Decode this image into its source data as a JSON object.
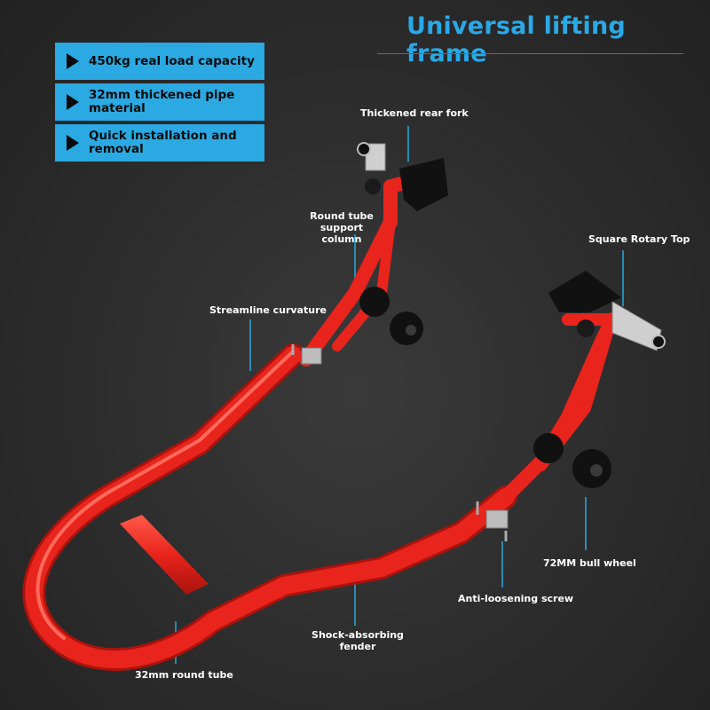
{
  "title": "Universal lifting frame",
  "features": [
    {
      "text": "450kg real load capacity",
      "icon": "play-triangle-icon"
    },
    {
      "text": "32mm thickened pipe material",
      "icon": "play-triangle-icon"
    },
    {
      "text": "Quick installation and removal",
      "icon": "play-triangle-icon"
    }
  ],
  "callouts": {
    "rear_fork": "Thickened rear fork",
    "round_tube_support": "Round tube support column",
    "streamline": "Streamline curvature",
    "square_top": "Square Rotary Top",
    "bull_wheel": "72MM bull wheel",
    "anti_loosening": "Anti-loosening screw",
    "shock_fender": "Shock-absorbing fender",
    "round_tube": "32mm round tube"
  },
  "colors": {
    "accent": "#2aa9e3",
    "title": "#29a9e6",
    "frame_red": "#e8241c",
    "callout_line": "#2aa9e3"
  }
}
